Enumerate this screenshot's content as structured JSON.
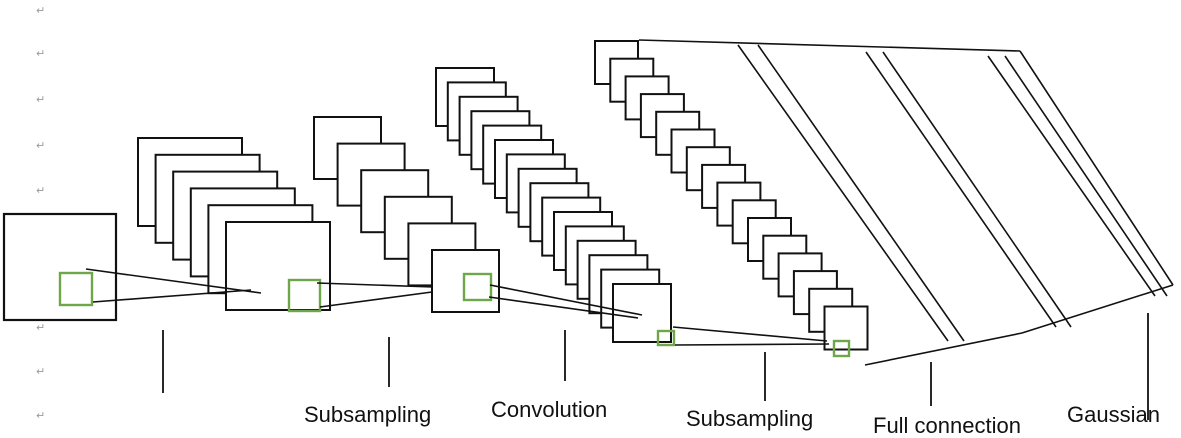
{
  "diagram": {
    "labels": {
      "subsampling_1": "Subsampling",
      "convolution": "Convolution",
      "subsampling_2": "Subsampling",
      "full_connection": "Full connection",
      "gaussian": "Gaussian"
    },
    "paragraph_mark": "↵",
    "colors": {
      "stroke": "#111111",
      "receptive_field": "#70a64a",
      "paragraph_mark": "#9a9a9a",
      "background": "#ffffff"
    }
  }
}
